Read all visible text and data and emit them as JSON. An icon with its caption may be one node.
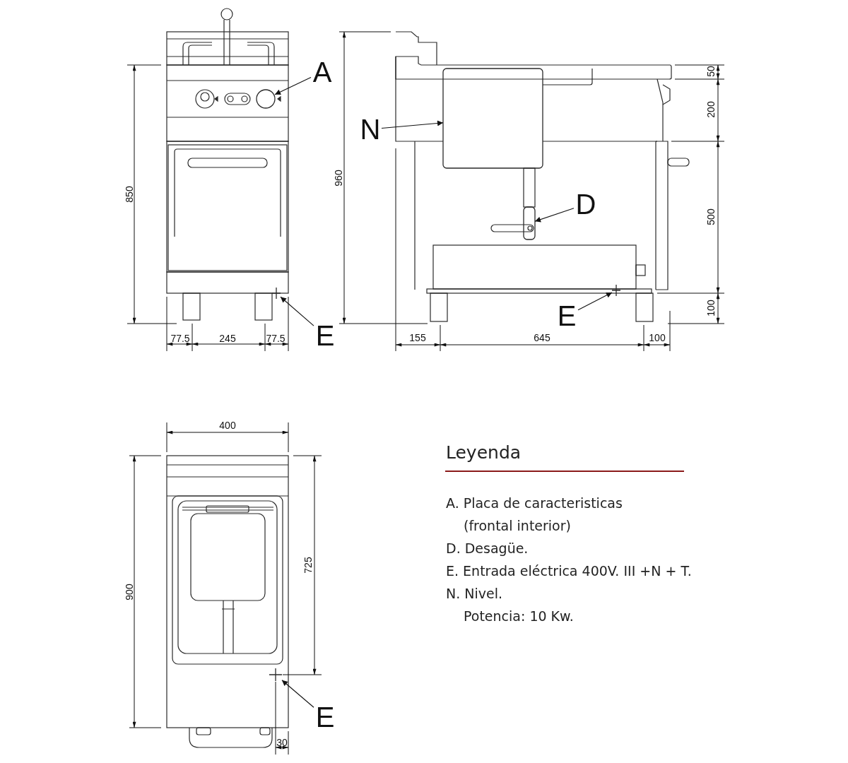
{
  "diagram": {
    "nodes": [
      {
        "text": [],
        "shape": "circle"
      },
      {
        "text": [
          "A"
        ]
      },
      {
        "text": [],
        "shape": "cross"
      },
      {
        "text": [
          "E"
        ]
      },
      {
        "text": [],
        "shape": "box"
      },
      {
        "text": [
          "N"
        ]
      },
      {
        "text": [],
        "shape": "box"
      },
      {
        "text": [
          "D"
        ]
      },
      {
        "text": [],
        "shape": "cross"
      },
      {
        "text": [
          "E"
        ]
      },
      {
        "text": [],
        "shape": "cross"
      },
      {
        "text": [
          "E"
        ]
      }
    ],
    "edges": [
      {
        "from": 1,
        "to": 0,
        "arrow": "to"
      },
      {
        "from": 3,
        "to": 2,
        "arrow": "to"
      },
      {
        "from": 5,
        "to": 4,
        "arrow": "to"
      },
      {
        "from": 7,
        "to": 6,
        "arrow": "to"
      },
      {
        "from": 9,
        "to": 8,
        "arrow": "to"
      },
      {
        "from": 11,
        "to": 10,
        "arrow": "to"
      }
    ],
    "labels": [
      "850",
      "77.5",
      "245",
      "77.5",
      "960",
      "50",
      "200",
      "500",
      "100",
      "155",
      "645",
      "100",
      "400",
      "900",
      "725",
      "30",
      "Leyenda",
      "A. Placa de caracteristicas (frontal interior)",
      "D. Desagüe.",
      "E. Entrada eléctrica 400V. III +N + T.",
      "N. Nivel.",
      "Potencia: 10 Kw."
    ]
  }
}
